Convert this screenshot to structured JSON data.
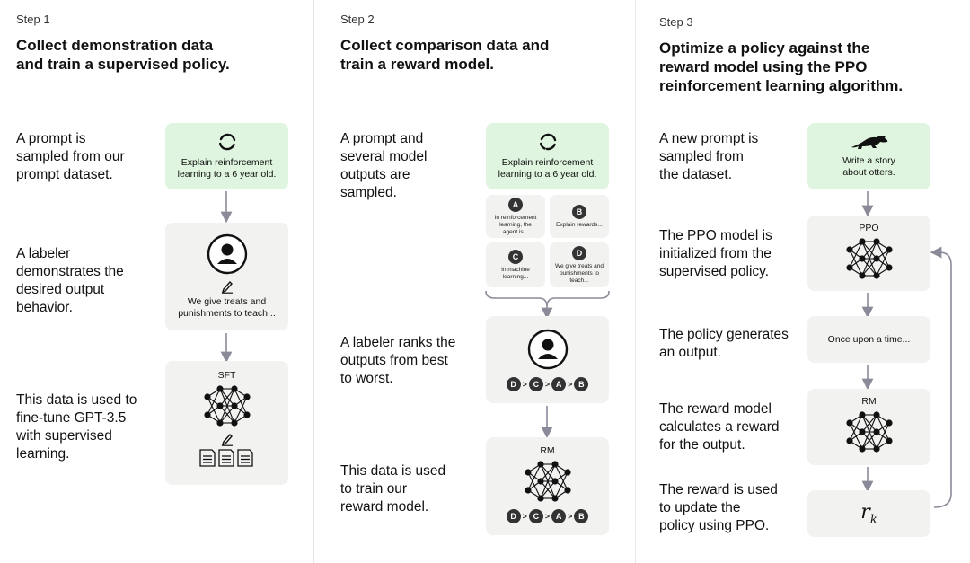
{
  "steps": [
    {
      "label": "Step 1",
      "title_line1": "Collect demonstration data",
      "title_line2": "and train a supervised policy.",
      "rows": [
        {
          "text": [
            "A prompt is",
            "sampled from our",
            "prompt dataset."
          ]
        },
        {
          "text": [
            "A labeler",
            "demonstrates the",
            "desired output",
            "behavior."
          ]
        },
        {
          "text": [
            "This data is used to",
            "fine-tune GPT-3.5",
            "with supervised",
            "learning."
          ]
        }
      ],
      "prompt_box": [
        "Explain reinforcement",
        "learning to a 6 year old."
      ],
      "demo_box": [
        "We give treats and",
        "punishments to teach..."
      ],
      "sft_label": "SFT"
    },
    {
      "label": "Step 2",
      "title_line1": "Collect comparison data and",
      "title_line2": "train a reward model.",
      "rows": [
        {
          "text": [
            "A prompt and",
            "several model",
            "outputs are",
            "sampled."
          ]
        },
        {
          "text": [
            "A labeler ranks the",
            "outputs from best",
            "to worst."
          ]
        },
        {
          "text": [
            "This data is used",
            "to train our",
            "reward model."
          ]
        }
      ],
      "prompt_box": [
        "Explain reinforcement",
        "learning to a 6 year old."
      ],
      "outputs": [
        {
          "badge": "A",
          "text": [
            "In reinforcement",
            "learning, the",
            "agent is..."
          ]
        },
        {
          "badge": "B",
          "text": [
            "Explain rewards..."
          ]
        },
        {
          "badge": "C",
          "text": [
            "In machine",
            "learning..."
          ]
        },
        {
          "badge": "D",
          "text": [
            "We give treats and",
            "punishments to",
            "teach..."
          ]
        }
      ],
      "ranking": [
        "D",
        "C",
        "A",
        "B"
      ],
      "rm_label": "RM"
    },
    {
      "label": "Step 3",
      "title_line1": "Optimize a policy against the",
      "title_line2": "reward model using the PPO",
      "title_line3": "reinforcement learning algorithm.",
      "rows": [
        {
          "text": [
            "A new prompt is",
            "sampled from",
            "the dataset."
          ]
        },
        {
          "text": [
            "The PPO model is",
            "initialized from the",
            "supervised policy."
          ]
        },
        {
          "text": [
            "The policy generates",
            "an output."
          ]
        },
        {
          "text": [
            "The reward model",
            "calculates a reward",
            "for the output."
          ]
        },
        {
          "text": [
            "The reward is used",
            "to update the",
            "policy using PPO."
          ]
        }
      ],
      "prompt_box": [
        "Write a story",
        "about otters."
      ],
      "ppo_label": "PPO",
      "output_box": "Once upon a time...",
      "rm_label": "RM",
      "reward_symbol": "r",
      "reward_subscript": "k"
    }
  ],
  "colors": {
    "green_box": "#dff5df",
    "gray_box": "#f2f2f1",
    "arrow": "#8a8a99",
    "badge": "#333333"
  }
}
